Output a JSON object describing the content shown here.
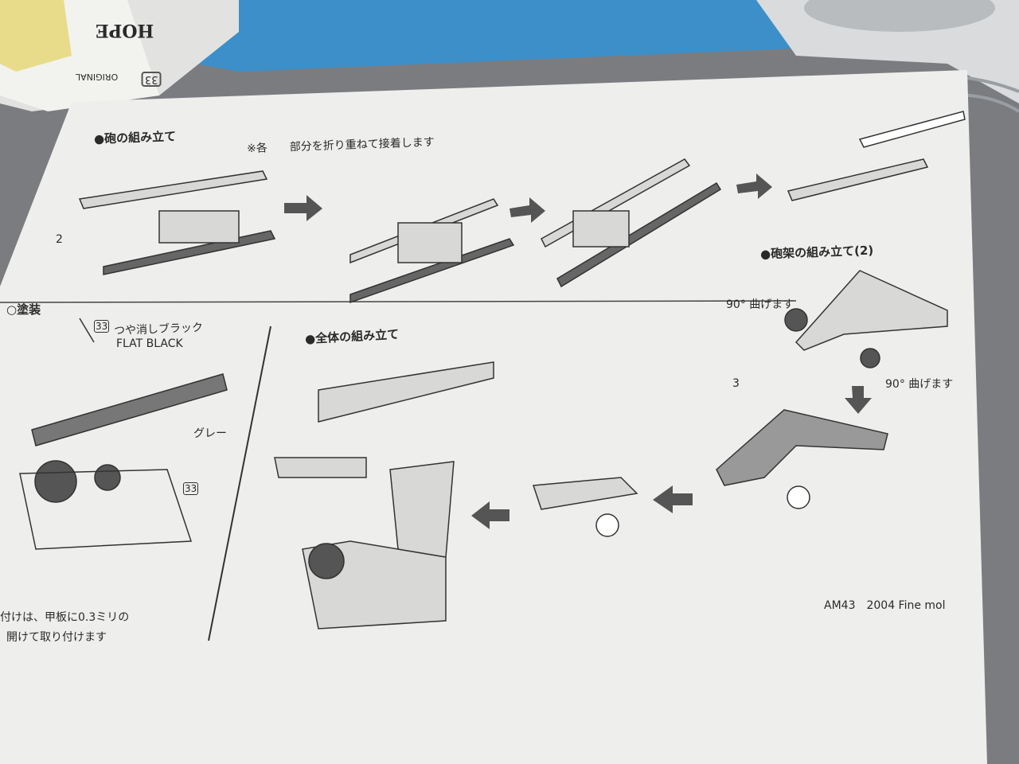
{
  "box": {
    "brand": "HOPE",
    "sub": "ORIGINAL",
    "number": "33"
  },
  "sheet": {
    "gun_assembly_title": "●砲の組み立て",
    "gun_assembly_note": "※各　　部分を折り重ねて接着します",
    "part_2": "2",
    "carriage_title": "●砲架の組み立て(2)",
    "bend_1": "90° 曲げます",
    "bend_2": "90° 曲げます",
    "part_3": "3",
    "painting_title": "○塗装",
    "paint_code": "33",
    "paint_jp": "つや消しブラック",
    "paint_en": "FLAT BLACK",
    "grey_label": "グレー",
    "paint_code_2": "33",
    "overall_title": "●全体の組み立て",
    "footer": "AM43　2004 Fine mol",
    "note_line_1": "付けは、甲板に0.3ミリの",
    "note_line_2": "開けて取り付けます"
  },
  "colors": {
    "paper": "#eeeeec",
    "ink": "#2a2a2a",
    "blue_sheet": "#3d8fc9",
    "sponge": "#e8dc8a"
  }
}
